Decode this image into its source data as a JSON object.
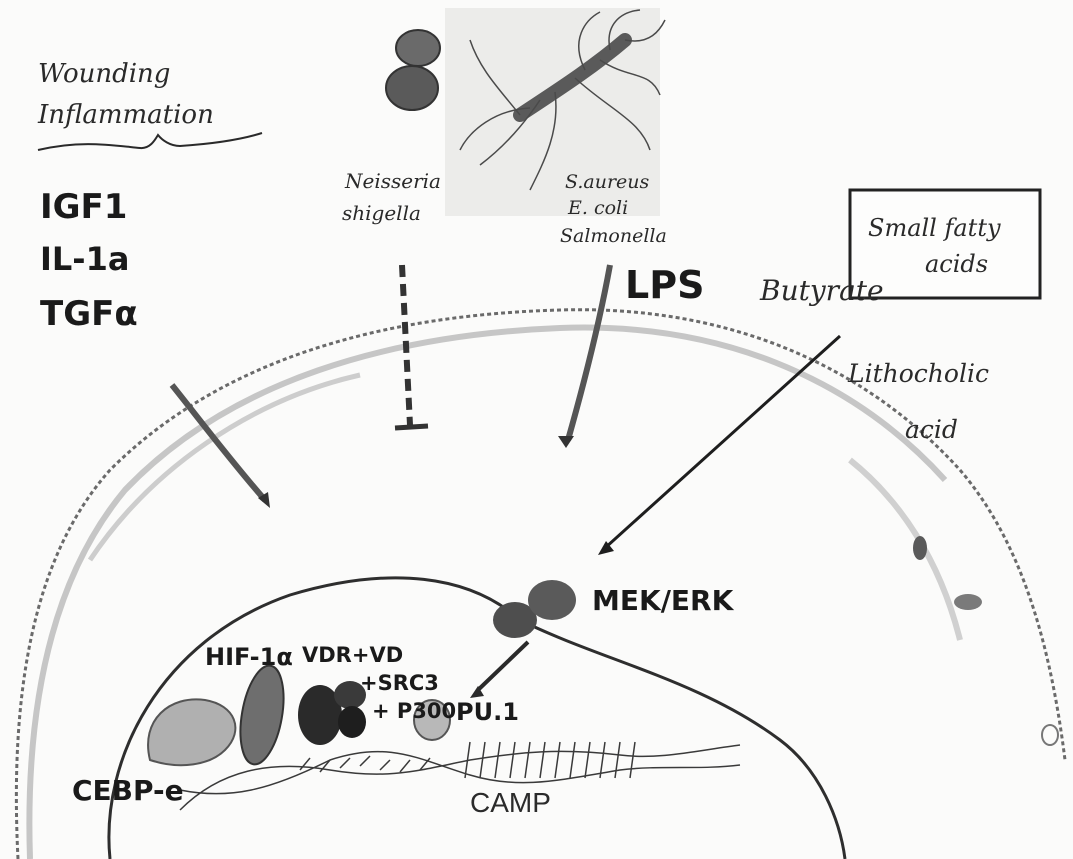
{
  "labels": {
    "wounding": "Wounding",
    "inflammation": "Inflammation",
    "igf1": "IGF1",
    "il1a": "IL-1a",
    "tgfa": "TGFα",
    "neisseria": "Neisseria",
    "shigella": "shigella",
    "saureus": "S.aureus",
    "ecoli": "E. coli",
    "salmonella": "Salmonella",
    "lps": "LPS",
    "small_fatty": "Small fatty",
    "acids": "acids",
    "butyrate": "Butyrate",
    "lithocholic": "Lithocholic",
    "acid": "acid",
    "mekerk": "MEK/ERK",
    "hif": "HIF-1α",
    "vdr": "VDR+VD",
    "src3": "+SRC3",
    "p300": "+ P300",
    "pu1": "PU.1",
    "cebp": "CEBP-e",
    "camp": "CAMP"
  },
  "colors": {
    "ink": "#1a1a1a",
    "membrane": "#8a8a8a",
    "nucleus": "#3a3a3a",
    "dark_protein": "#2a2a2a",
    "light_protein": "#b8b8b8"
  }
}
